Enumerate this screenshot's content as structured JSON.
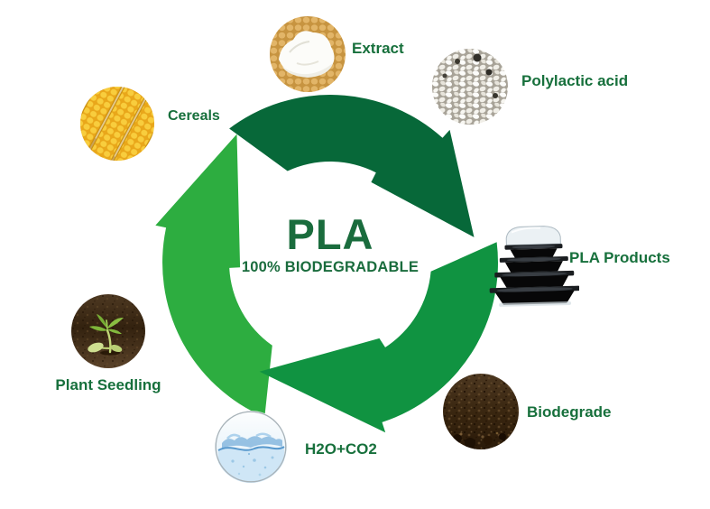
{
  "center": {
    "title": "PLA",
    "subtitle": "100% BIODEGRADABLE"
  },
  "nodes": {
    "cereals": {
      "label": "Cereals",
      "image": "corn-cobs"
    },
    "extract": {
      "label": "Extract",
      "image": "corn-starch-powder"
    },
    "polylactic_acid": {
      "label": "Polylactic acid",
      "image": "white-pla-pellets"
    },
    "pla_products": {
      "label": "PLA Products",
      "image": "stacked-black-trays"
    },
    "biodegrade": {
      "label": "Biodegrade",
      "image": "dark-soil"
    },
    "h2o_co2": {
      "label": "H2O+CO2",
      "image": "water-splash"
    },
    "plant_seedling": {
      "label": "Plant Seedling",
      "image": "seedling-in-soil"
    }
  },
  "colors": {
    "arrow_dark": "#076839",
    "arrow_mid": "#109341",
    "arrow_light": "#2dad40",
    "heading": "#1a6c3d",
    "label": "#17703c"
  }
}
